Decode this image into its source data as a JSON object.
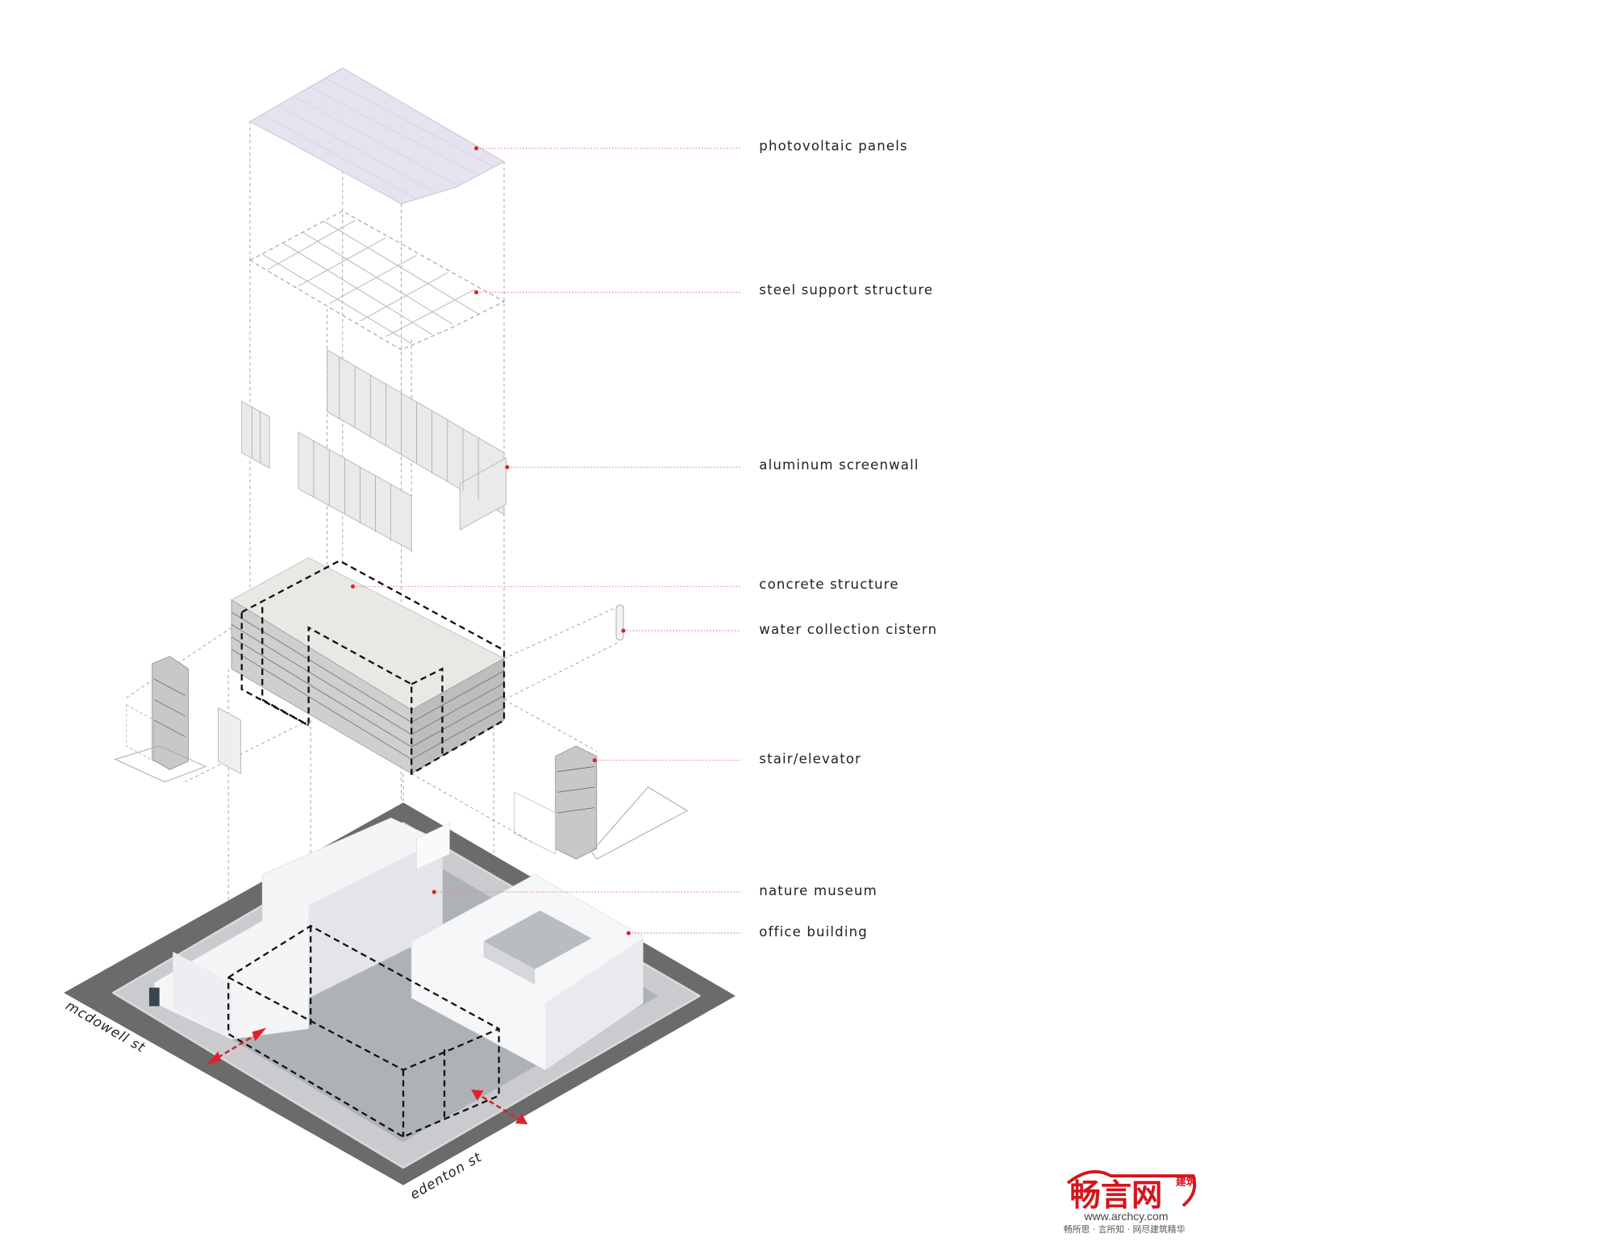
{
  "labels": {
    "photovoltaic": "photovoltaic panels",
    "steel": "steel support structure",
    "aluminum": "aluminum screenwall",
    "concrete": "concrete structure",
    "cistern": "water collection cistern",
    "stair": "stair/elevator",
    "museum": "nature museum",
    "office": "office building"
  },
  "streets": {
    "mcdowell": "mcdowell st",
    "edenton": "edenton st"
  },
  "watermark": {
    "brand": "畅言网",
    "badge": "建筑",
    "url": "www.archcy.com",
    "slogan": "畅所思 · 言所知 · 网尽建筑精华"
  },
  "colors": {
    "accent": "#e0202e",
    "ground": "#6b6b6b",
    "pv": "#e6e3f0"
  }
}
